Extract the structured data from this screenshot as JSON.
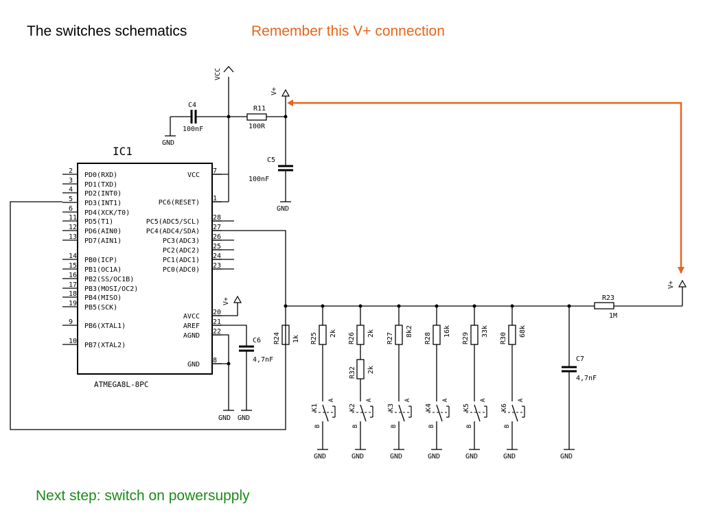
{
  "title": "The switches schematics",
  "hint": "Remember this V+ connection",
  "footer": "Next step: switch on powersupply",
  "colors": {
    "hint": "#e8641b",
    "footer": "#1a8a1a",
    "arrow": "#e8641b"
  },
  "schematic": {
    "ic_name": "IC1",
    "ic_part": "ATMEGA8L-8PC",
    "left_pins": [
      {
        "num": "2",
        "name": "PD0(RXD)"
      },
      {
        "num": "3",
        "name": "PD1(TXD)"
      },
      {
        "num": "4",
        "name": "PD2(INT0)"
      },
      {
        "num": "5",
        "name": "PD3(INT1)"
      },
      {
        "num": "6",
        "name": "PD4(XCK/T0)"
      },
      {
        "num": "11",
        "name": "PD5(T1)"
      },
      {
        "num": "12",
        "name": "PD6(AIN0)"
      },
      {
        "num": "13",
        "name": "PD7(AIN1)"
      },
      {
        "num": "14",
        "name": "PB0(ICP)"
      },
      {
        "num": "15",
        "name": "PB1(OC1A)"
      },
      {
        "num": "16",
        "name": "PB2(SS/OC1B)"
      },
      {
        "num": "17",
        "name": "PB3(MOSI/OC2)"
      },
      {
        "num": "18",
        "name": "PB4(MISO)"
      },
      {
        "num": "19",
        "name": "PB5(SCK)"
      },
      {
        "num": "9",
        "name": "PB6(XTAL1)"
      },
      {
        "num": "10",
        "name": "PB7(XTAL2)"
      }
    ],
    "right_pins": [
      {
        "num": "7",
        "name": "VCC"
      },
      {
        "num": "1",
        "name": "PC6(RESET)"
      },
      {
        "num": "28",
        "name": "PC5(ADC5/SCL)"
      },
      {
        "num": "27",
        "name": "PC4(ADC4/SDA)"
      },
      {
        "num": "26",
        "name": "PC3(ADC3)"
      },
      {
        "num": "25",
        "name": "PC2(ADC2)"
      },
      {
        "num": "24",
        "name": "PC1(ADC1)"
      },
      {
        "num": "23",
        "name": "PC0(ADC0)"
      },
      {
        "num": "20",
        "name": "AVCC"
      },
      {
        "num": "21",
        "name": "AREF"
      },
      {
        "num": "22",
        "name": "AGND"
      },
      {
        "num": "8",
        "name": "GND"
      }
    ],
    "power": {
      "vcc": "VCC",
      "vplus": "V+",
      "gnd": "GND"
    },
    "c4": {
      "ref": "C4",
      "value": "100nF"
    },
    "r11": {
      "ref": "R11",
      "value": "100R"
    },
    "c5": {
      "ref": "C5",
      "value": "100nF"
    },
    "c6": {
      "ref": "C6",
      "value": "4,7nF"
    },
    "c7": {
      "ref": "C7",
      "value": "4,7nF"
    },
    "r23": {
      "ref": "R23",
      "value": "1M"
    },
    "r24": {
      "ref": "R24",
      "value": "1k"
    },
    "r32": {
      "ref": "R32",
      "value": "2k"
    },
    "ladder": [
      {
        "ref": "R25",
        "value": "2k",
        "switch": "K1"
      },
      {
        "ref": "R26",
        "value": "2k",
        "switch": "K2"
      },
      {
        "ref": "R27",
        "value": "8k2",
        "switch": "K3"
      },
      {
        "ref": "R28",
        "value": "16k",
        "switch": "K4"
      },
      {
        "ref": "R29",
        "value": "33k",
        "switch": "K5"
      },
      {
        "ref": "R30",
        "value": "68k",
        "switch": "K6"
      }
    ],
    "switch_pins": {
      "a": "A",
      "b": "B"
    }
  }
}
